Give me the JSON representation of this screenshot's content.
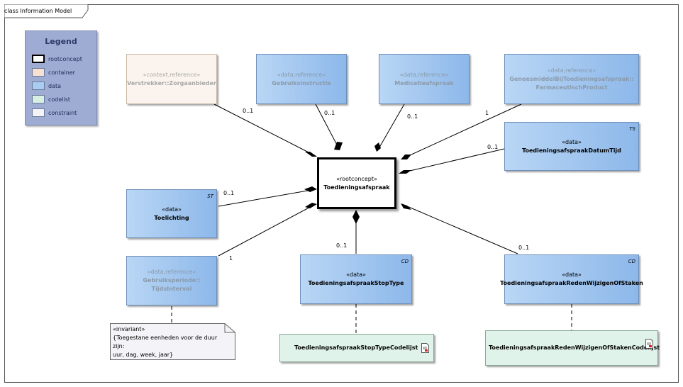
{
  "diagram": {
    "title": "class Information Model"
  },
  "legend": {
    "title": "Legend",
    "items": [
      {
        "label": "rootconcept",
        "color": "#ffffff"
      },
      {
        "label": "container",
        "color": "#f7e1d3"
      },
      {
        "label": "data",
        "color": "#a9cdf0"
      },
      {
        "label": "codelist",
        "color": "#d5f0e3"
      },
      {
        "label": "constraint",
        "color": "#f4f4f8"
      }
    ]
  },
  "classes": {
    "root": {
      "stereotype": "«rootconcept»",
      "name": "Toedieningsafspraak"
    },
    "verstrekker": {
      "stereotype": "«context,reference»",
      "name": "Verstrekker::Zorgaanbieder"
    },
    "gebruiksinstructie": {
      "stereotype": "«data,reference»",
      "name": "Gebruiksinstructie"
    },
    "medicatieafspraak": {
      "stereotype": "«data,reference»",
      "name": "Medicatieafspraak"
    },
    "farmaceutisch": {
      "stereotype": "«data,reference»",
      "name_line1": "GeneesmiddelBijToedieningsafspraak::",
      "name_line2": "FarmaceutischProduct"
    },
    "datumtijd": {
      "stereotype": "«data»",
      "name": "ToedieningsafspraakDatumTijd",
      "tag": "TS"
    },
    "toelichting": {
      "stereotype": "«data»",
      "name": "Toelichting",
      "tag": "ST"
    },
    "gebruiksperiode": {
      "stereotype": "«data,reference»",
      "name_line1": "Gebruiksperiode::",
      "name_line2": "TijdsInterval"
    },
    "stoptype": {
      "stereotype": "«data»",
      "name": "ToedieningsafspraakStopType",
      "tag": "CD"
    },
    "reden": {
      "stereotype": "«data»",
      "name": "ToedieningsafspraakRedenWijzigenOfStaken",
      "tag": "CD"
    }
  },
  "codelists": {
    "stoptype": {
      "name": "ToedieningsafspraakStopTypeCodelijst"
    },
    "reden": {
      "name": "ToedieningsafspraakRedenWijzigenOfStakenCodelijst"
    }
  },
  "multiplicities": {
    "verstrekker": "0..1",
    "gebruiksinstructie": "0..1",
    "medicatieafspraak": "0..1",
    "farmaceutisch": "1",
    "datumtijd": "0..1",
    "toelichting": "0..1",
    "gebruiksperiode": "1",
    "stoptype": "0..1",
    "reden": "0..1"
  },
  "note": {
    "line1": "«invariant»",
    "line2": "{Toegestane eenheden voor de duur zijn:",
    "line3": "uur, dag, week, jaar}"
  }
}
